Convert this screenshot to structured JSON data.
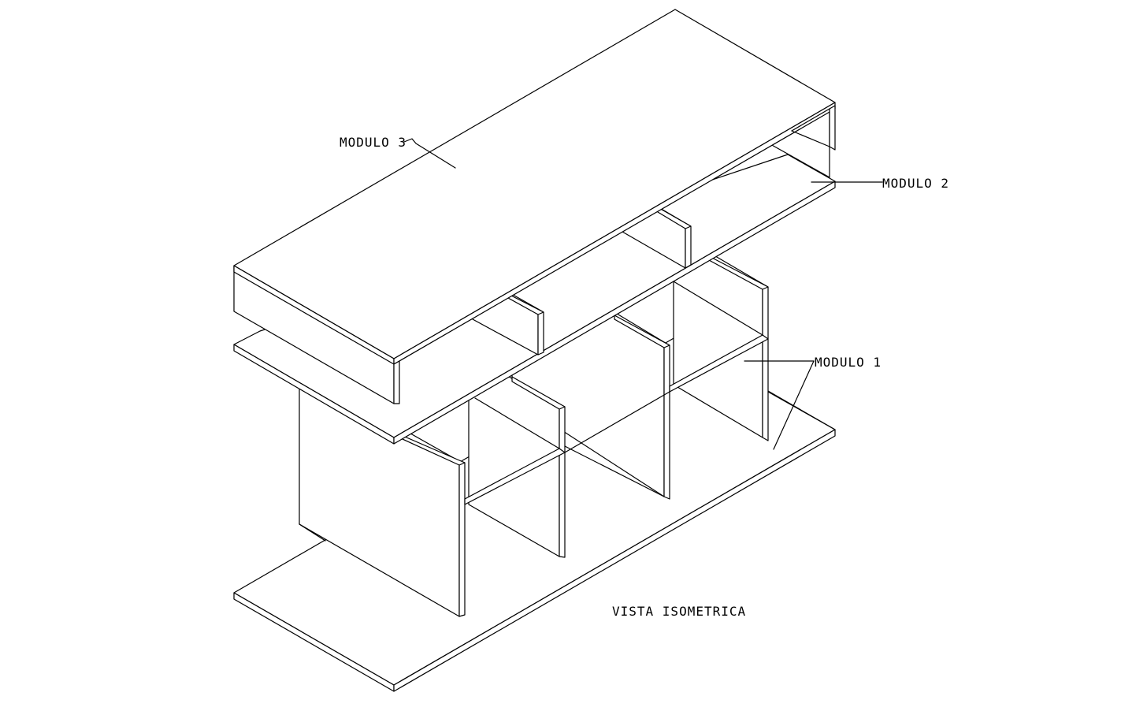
{
  "labels": {
    "modulo_3": "MODULO 3",
    "modulo_2": "MODULO 2",
    "modulo_1": "MODULO 1",
    "view_title": "VISTA ISOMETRICA"
  },
  "colors": {
    "line": "#000000",
    "background": "#ffffff"
  }
}
